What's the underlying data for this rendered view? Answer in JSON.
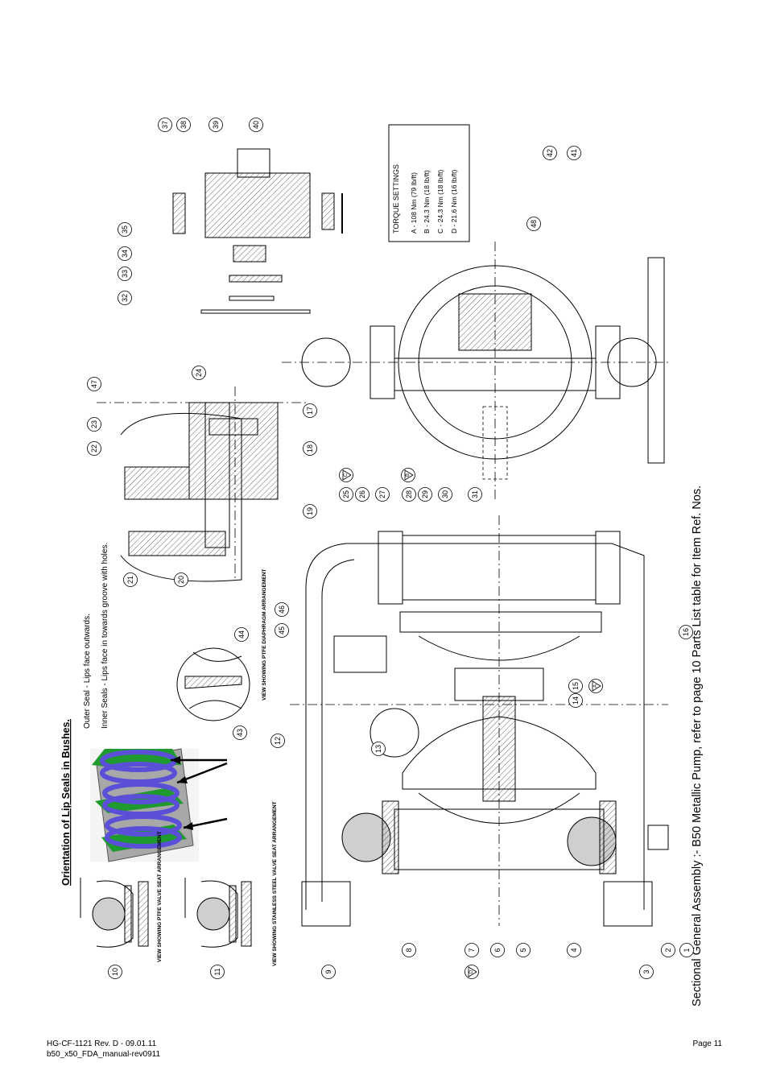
{
  "title": "Sectional General Assembly :- B50 Metallic Pump, refer to page 10 Parts List table for Item Ref. Nos.",
  "lip_seals": {
    "heading": "Orientation of Lip Seals in Bushes.",
    "outer_note": "Outer Seal - Lips face outwards.",
    "inner_note": "Inner Seals - Lips face in towards groove with holes."
  },
  "torque": {
    "heading": "TORQUE SETTINGS",
    "rows": [
      "A  -  108 Nm  (79 lb/ft)",
      "B  -  24.3 Nm  (18 lb/ft)",
      "C  -  24.3 Nm  (18 lb/ft)",
      "D  -  21.6 Nm  (16 lb/ft)"
    ]
  },
  "view_labels": {
    "ptfe_valve": "VIEW SHOWING PTFE VALVE SEAT ARRANGEMENT",
    "ss_valve": "VIEW SHOWING STAINLESS STEEL VALVE SEAT ARRANGEMENT",
    "ptfe_diaphragm": "VIEW SHOWING PTFE DIAPHRAGM ARRANGEMENT"
  },
  "torque_markers": [
    "A",
    "B",
    "C",
    "D"
  ],
  "item_refs": [
    "1",
    "2",
    "3",
    "4",
    "5",
    "6",
    "7",
    "8",
    "9",
    "10",
    "11",
    "12",
    "13",
    "14",
    "15",
    "16",
    "17",
    "18",
    "19",
    "20",
    "21",
    "22",
    "23",
    "24",
    "25",
    "26",
    "27",
    "28",
    "29",
    "30",
    "31",
    "32",
    "33",
    "34",
    "35",
    "37",
    "38",
    "39",
    "40",
    "41",
    "42",
    "43",
    "44",
    "45",
    "46",
    "47",
    "48"
  ],
  "footer": {
    "doc_ref": "HG-CF-1121 Rev. D - 09.01.11",
    "file_ref": "b50_x50_FDA_manual-rev0911",
    "page": "Page 11"
  },
  "colors": {
    "seal_green": "#1f9a2e",
    "seal_blue": "#5a4fd6",
    "bush_grey": "#9a9a9a"
  }
}
